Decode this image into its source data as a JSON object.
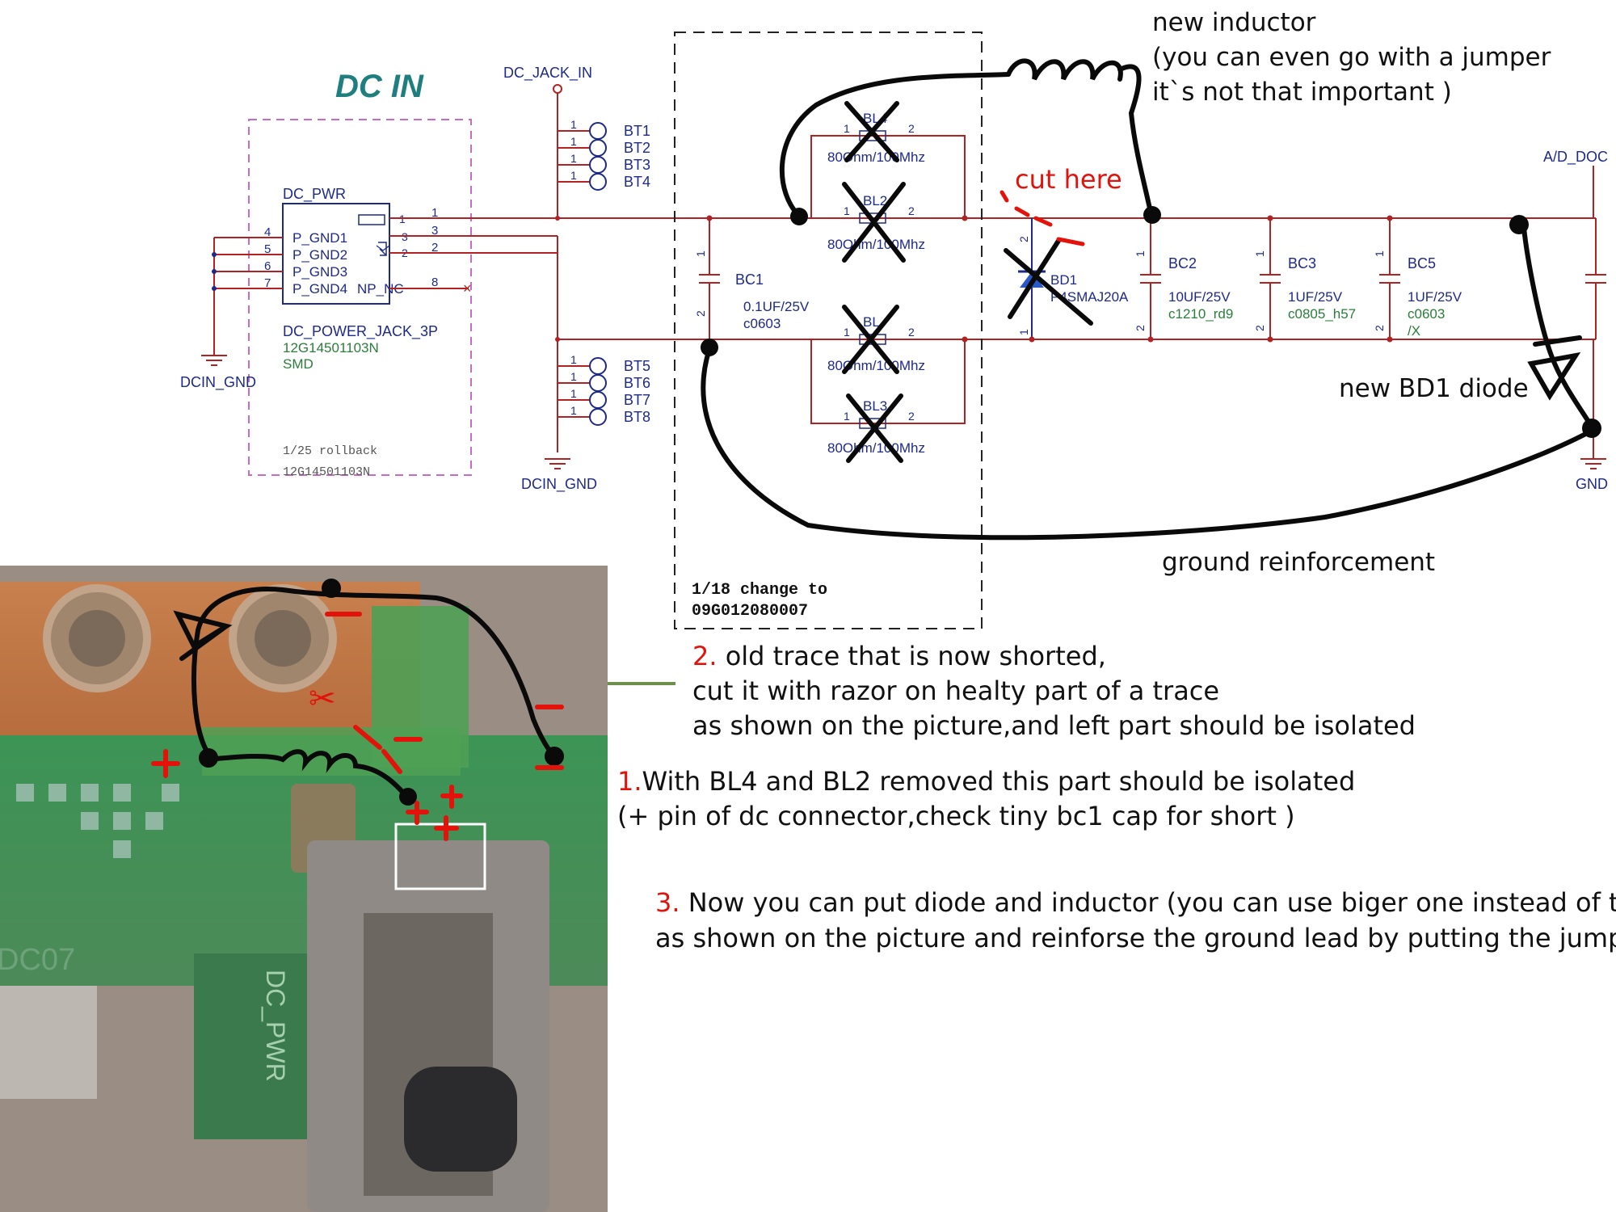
{
  "schematic": {
    "title": "DC IN",
    "connector": {
      "name": "DC_PWR",
      "pins_left": [
        "P_GND1",
        "P_GND2",
        "P_GND3",
        "P_GND4"
      ],
      "pin_nc": "NP_NC",
      "pin_numbers_left": [
        "4",
        "5",
        "6",
        "7"
      ],
      "pin_numbers_right": [
        "1",
        "3",
        "2",
        "8"
      ],
      "inner_pin_numbers": [
        "1",
        "3",
        "2"
      ],
      "part": "DC_POWER_JACK_3P",
      "part_no": "12G14501103N",
      "package": "SMD",
      "rollback_note": "1/25 rollback",
      "rollback_part": "12G14501103N"
    },
    "gnd_labels": {
      "left": "DCIN_GND",
      "middle": "DCIN_GND",
      "right": "GND"
    },
    "net_jack": "DC_JACK_IN",
    "net_right": "A/D_DOC",
    "test_points_top": [
      "BT1",
      "BT2",
      "BT3",
      "BT4"
    ],
    "test_points_bottom": [
      "BT5",
      "BT6",
      "BT7",
      "BT8"
    ],
    "tp_pin": "1",
    "pin_1": "1",
    "pin_2": "2",
    "beads": [
      {
        "ref": "BL4",
        "value": "80Ohm/100Mhz"
      },
      {
        "ref": "BL2",
        "value": "80Ohm/100Mhz"
      },
      {
        "ref": "BL",
        "value": "80Ohm/100Mhz"
      },
      {
        "ref": "BL3",
        "value": "80Ohm/100Mhz"
      }
    ],
    "bc1": {
      "ref": "BC1",
      "value": "0.1UF/25V",
      "package": "c0603"
    },
    "diode": {
      "ref": "BD1",
      "part": "P4SMAJ20A"
    },
    "caps": [
      {
        "ref": "BC2",
        "value": "10UF/25V",
        "package": "c1210_rd9"
      },
      {
        "ref": "BC3",
        "value": "1UF/25V",
        "package": "c0805_h57"
      },
      {
        "ref": "BC5",
        "value": "1UF/25V",
        "package": "c0603",
        "extra": "/X"
      }
    ],
    "change_note": [
      "1/18 change to",
      "09G012080007"
    ]
  },
  "annotations": {
    "new_inductor": [
      "new inductor",
      "(you can even go with a jumper",
      "it`s not that important )"
    ],
    "cut_here": "cut here",
    "new_diode": "new BD1 diode",
    "ground_reinforcement": "ground reinforcement"
  },
  "steps": {
    "step2": {
      "num": "2.",
      "lines": [
        " old trace that is now shorted,",
        "cut it with razor on healty part of a trace",
        "as shown on the picture,and  left part should be isolated"
      ]
    },
    "step1": {
      "num": "1.",
      "lines": [
        "With BL4 and BL2 removed this part should be isolated",
        "(+ pin of dc connector,check tiny bc1 cap for short )"
      ]
    },
    "step3": {
      "num": "3.",
      "lines": [
        " Now you can put diode and inductor (you can use biger one instead of two)",
        "as shown on the picture and reinforse the ground lead by putting the jumper"
      ]
    }
  },
  "photo": {
    "silkscreen": "DC_PWR",
    "partial_silk": "DC07",
    "plus": "+",
    "minus": "−"
  },
  "colors": {
    "teal": "#1f7f7f",
    "green_text": "#2a7d3a",
    "red": "#e3120b",
    "pink_box": "#c86bc6",
    "wire": "#b22222",
    "black_ink": "#0a0a0a"
  }
}
